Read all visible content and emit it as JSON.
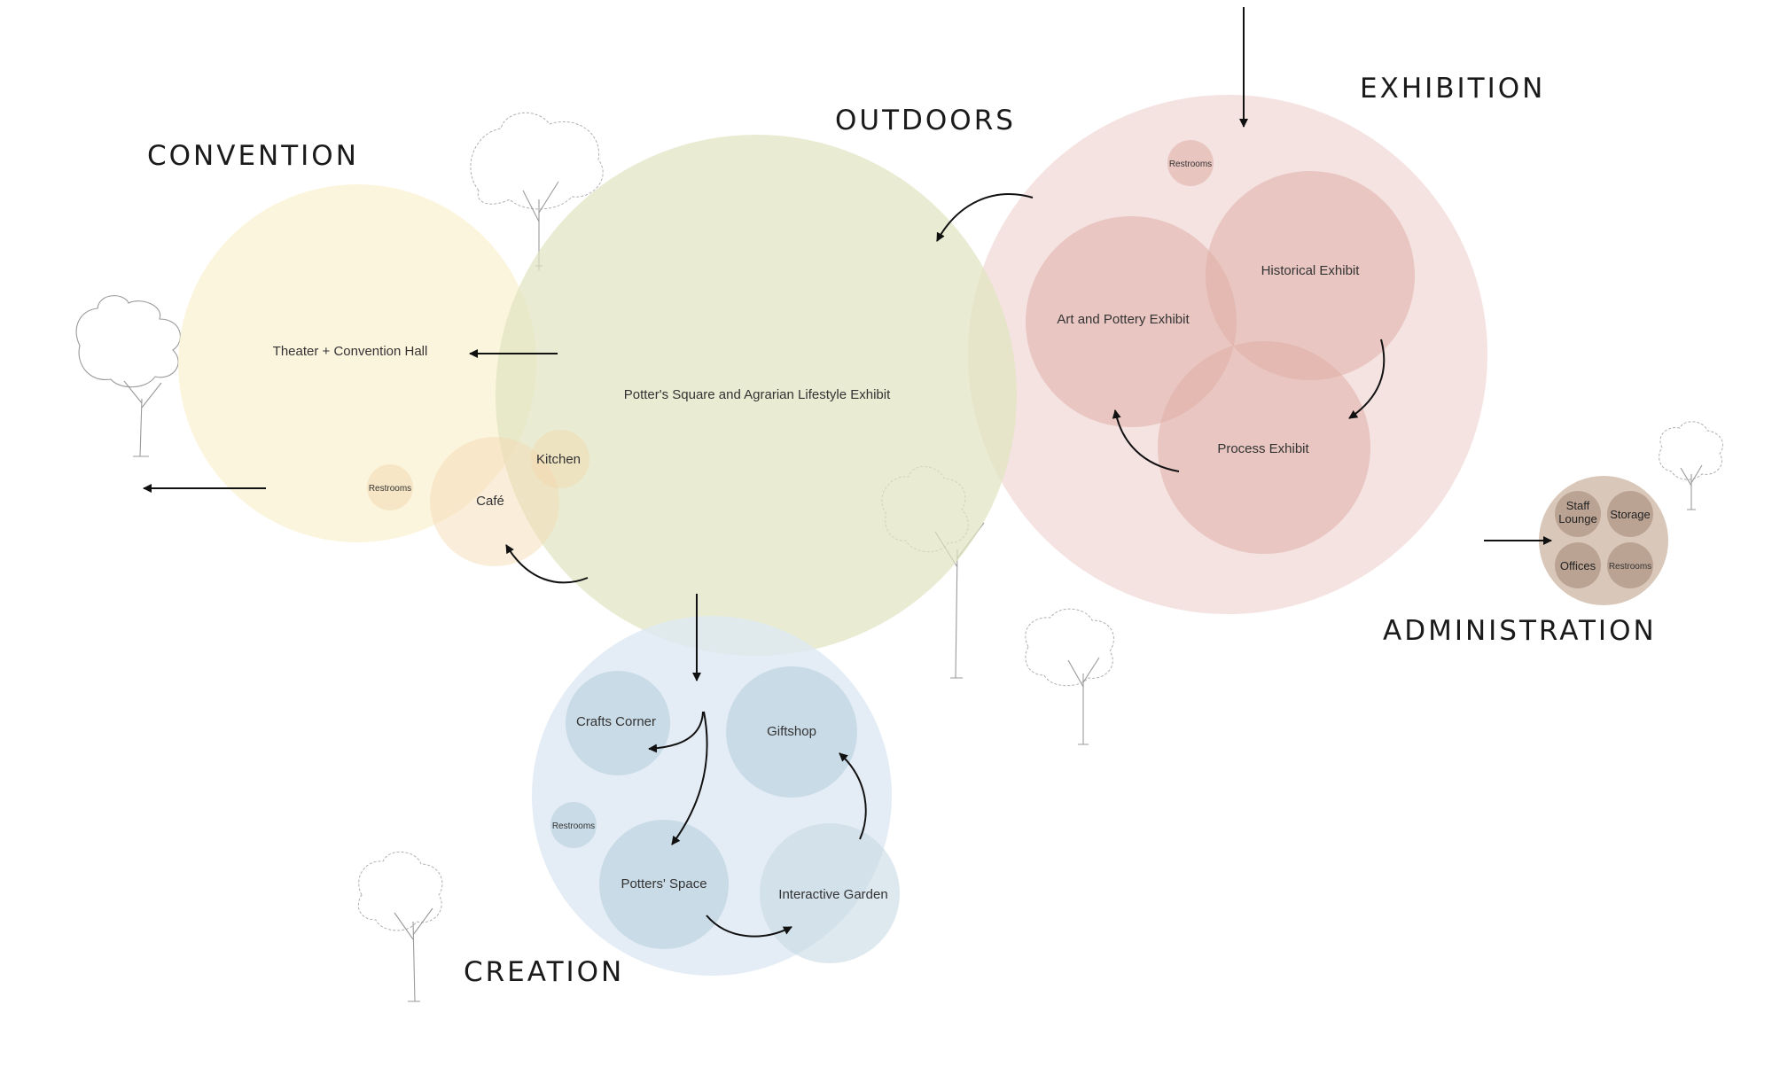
{
  "zones": {
    "convention": "CONVENTION",
    "outdoors": "OUTDOORS",
    "exhibition": "EXHIBITION",
    "administration": "ADMINISTRATION",
    "creation": "CREATION"
  },
  "spaces": {
    "theater": "Theater + Convention Hall",
    "potters_square": "Potter's Square and Agrarian Lifestyle Exhibit",
    "kitchen": "Kitchen",
    "cafe": "Café",
    "restrooms_convention": "Restrooms",
    "restrooms_exhibition": "Restrooms",
    "art_pottery": "Art and Pottery Exhibit",
    "historical": "Historical Exhibit",
    "process": "Process Exhibit",
    "staff_lounge_1": "Staff",
    "staff_lounge_2": "Lounge",
    "storage": "Storage",
    "offices": "Offices",
    "restrooms_admin": "Restrooms",
    "crafts_corner": "Crafts Corner",
    "giftshop": "Giftshop",
    "restrooms_creation": "Restrooms",
    "potters_space": "Potters' Space",
    "interactive_garden": "Interactive Garden"
  },
  "colors": {
    "convention": "#fbf3d8",
    "outdoors": "#e3e7c8",
    "exhibition": "#f1d9d8",
    "exhibition_inner": "#dfaea6",
    "creation": "#dde9f3",
    "creation_inner": "#b7cedd",
    "administration": "#d9c7b9",
    "administration_inner": "#bba393",
    "cafe": "#f7e2c2",
    "arrow": "#111111"
  }
}
